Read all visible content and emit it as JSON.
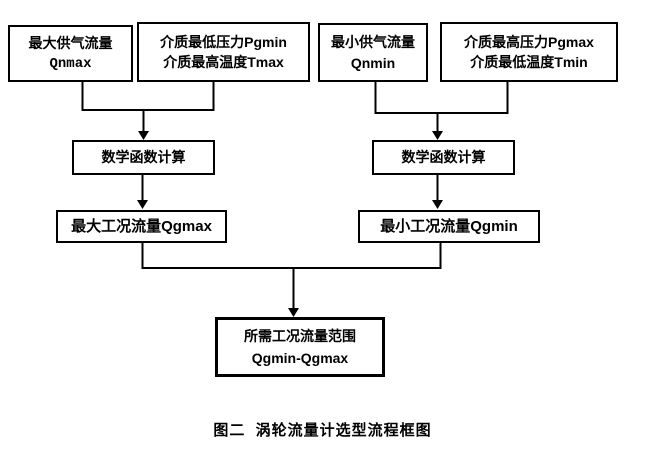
{
  "diagram": {
    "nodes": {
      "qnmax": {
        "line1": "最大供气流量",
        "line2": "Qnmax"
      },
      "pgmin_tmax": {
        "line1": "介质最低压力Pgmin",
        "line2": "介质最高温度Tmax"
      },
      "qnmin": {
        "line1": "最小供气流量",
        "line2": "Qnmin"
      },
      "pgmax_tmin": {
        "line1": "介质最高压力Pgmax",
        "line2": "介质最低温度Tmin"
      },
      "calc_left": {
        "label": "数学函数计算"
      },
      "calc_right": {
        "label": "数学函数计算"
      },
      "qgmax": {
        "label": "最大工况流量Qgmax"
      },
      "qgmin": {
        "label": "最小工况流量Qgmin"
      },
      "result": {
        "line1": "所需工况流量范围",
        "line2": "Qgmin-Qgmax"
      }
    },
    "caption": "图二  涡轮流量计选型流程框图",
    "colors": {
      "line": "#000000",
      "text": "#000000",
      "background": "#ffffff"
    }
  }
}
